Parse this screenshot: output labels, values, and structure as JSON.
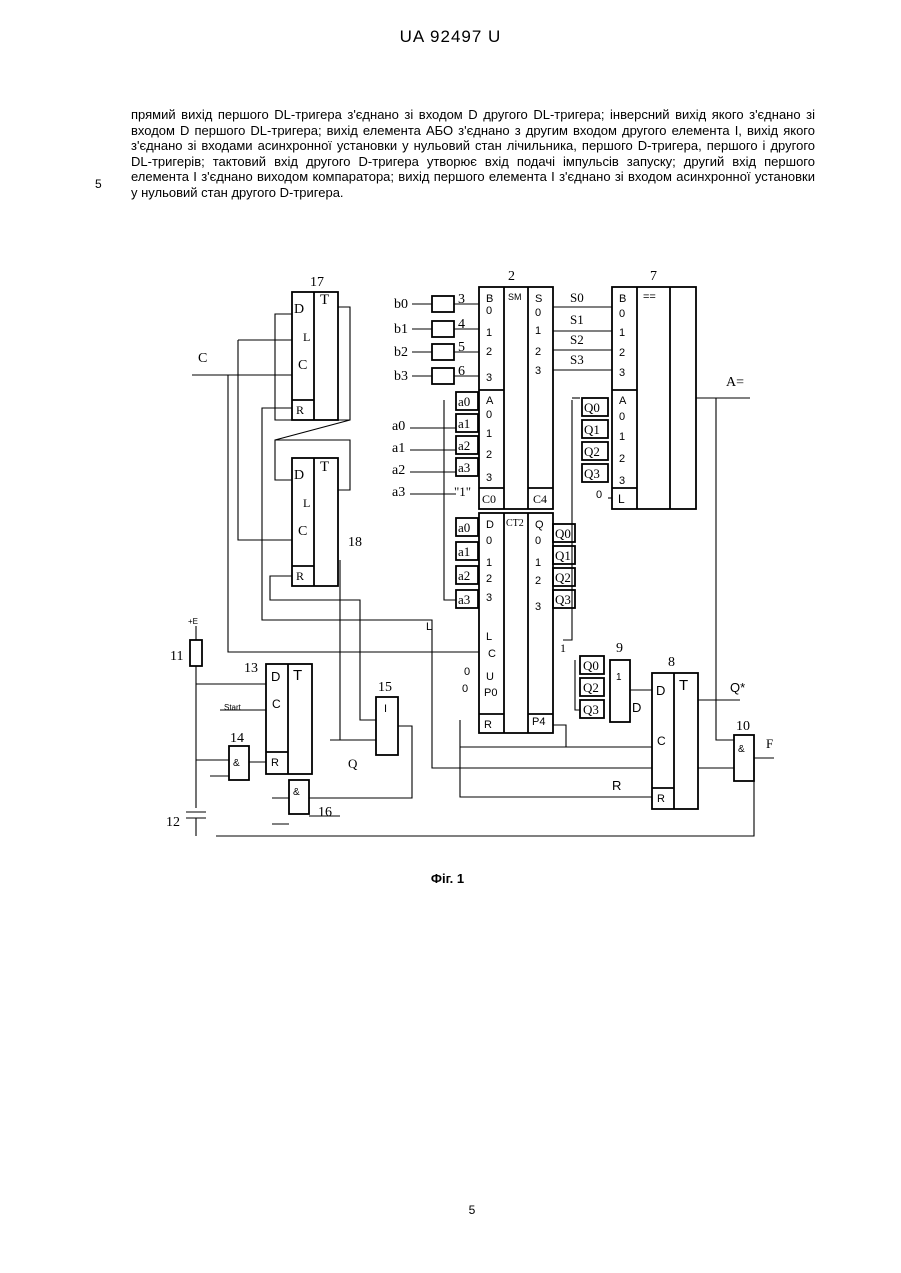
{
  "header": {
    "doc_id": "UA   92497   U"
  },
  "body_text": "прямий вихід першого DL-тригера з'єднано зі входом D другого DL-тригера; інверсний вихід якого з'єднано зі входом D першого DL-тригера; вихід елемента АБО з'єднано з другим входом другого елемента І, вихід якого з'єднано зі входами асинхронної установки у нульовий стан лічильника, першого D-тригера, першого і другого DL-тригерів; тактовий вхід другого D-тригера утворює вхід подачі імпульсів запуску; другий вхід першого елемента І з'єднано виходом компаратора; вихід першого елемента І з'єднано зі входом асинхронної установки у нульовий стан другого D-тригера.",
  "line_number": "5",
  "figure": {
    "caption": "Фіг. 1",
    "block_numbers": {
      "b2": "2",
      "b7": "7",
      "b8": "8",
      "b9": "9",
      "b10": "10",
      "b11": "11",
      "b12": "12",
      "b13": "13",
      "b14": "14",
      "b15": "15",
      "b16": "16",
      "b17": "17",
      "b18": "18",
      "inv3": "3",
      "inv4": "4",
      "inv5": "5",
      "inv6": "6"
    },
    "inputs": {
      "b": [
        "b0",
        "b1",
        "b2",
        "b3"
      ],
      "a": [
        "a0",
        "a1",
        "a2",
        "a3"
      ],
      "one": "\"1\"",
      "C": "C",
      "start": "Start",
      "plusE": "+E",
      "L": "L"
    },
    "adder": {
      "tag": "SM",
      "B": [
        "B",
        "0",
        "1",
        "2",
        "3"
      ],
      "A": [
        "A",
        "0",
        "1",
        "2",
        "3"
      ],
      "S": [
        "S",
        "0",
        "1",
        "2",
        "3"
      ],
      "C0": "C0",
      "C4": "C4",
      "a_in": [
        "a0",
        "a1",
        "a2",
        "a3"
      ]
    },
    "counter": {
      "tag": "CT2",
      "D": [
        "D",
        "0",
        "1",
        "2",
        "3"
      ],
      "Q": [
        "Q",
        "0",
        "1",
        "2",
        "3"
      ],
      "L": "L",
      "C": "C",
      "U": "U",
      "P0": "P0",
      "R": "R",
      "P4": "P4",
      "u_in": "0",
      "p0_in": "0",
      "a_in": [
        "a0",
        "a1",
        "a2",
        "a3"
      ],
      "q_out": [
        "Q0",
        "Q1",
        "Q2",
        "Q3"
      ]
    },
    "comparator": {
      "tag": "==",
      "B": [
        "B",
        "0",
        "1",
        "2",
        "3"
      ],
      "A": [
        "A",
        "0",
        "1",
        "2",
        "3"
      ],
      "L": "L",
      "l_in": "0",
      "s_in": [
        "S0",
        "S1",
        "S2",
        "S3"
      ],
      "q_in": [
        "Q0",
        "Q1",
        "Q2",
        "Q3"
      ],
      "out": "A="
    },
    "dl_trigger": {
      "pins": [
        "D",
        "L",
        "C",
        "R"
      ],
      "tag": "T"
    },
    "d_trigger": {
      "pins": [
        "D",
        "C",
        "R"
      ],
      "tag": "T"
    },
    "or_gate": {
      "sym": "1",
      "inputs": [
        "Q0",
        "Q2",
        "Q3"
      ]
    },
    "and_sym": "&",
    "el15_sym": "I",
    "signals": {
      "Q": "Q",
      "Qstar": "Q*",
      "F": "F",
      "Rbar": "R",
      "D": "D",
      "one": "1"
    }
  }
}
